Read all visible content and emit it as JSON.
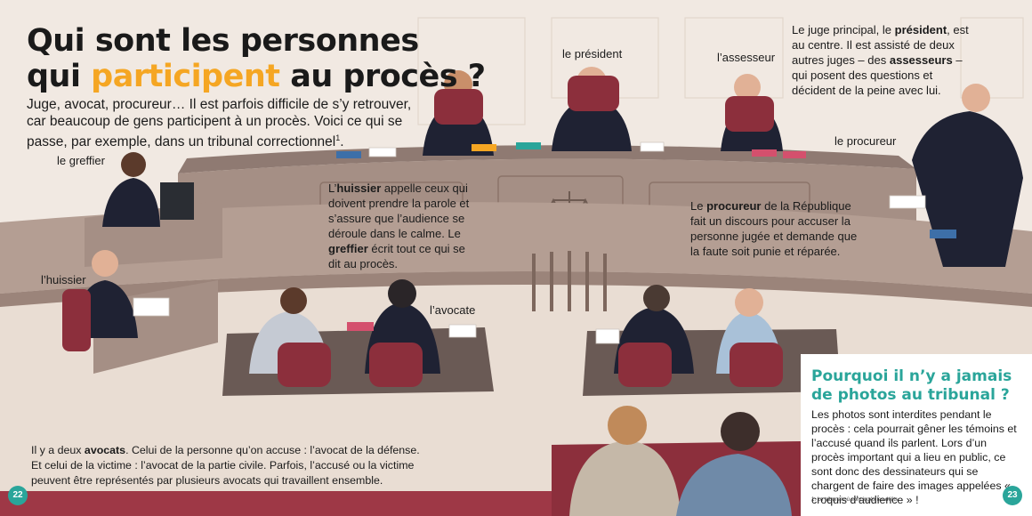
{
  "title": {
    "line1": "Qui sont les personnes",
    "line2_before": "qui ",
    "line2_highlight": "participent",
    "line2_after": " au procès ?"
  },
  "intro": {
    "text": "Juge, avocat, procureur… Il est parfois difficile de s’y retrouver, car beaucoup de gens participent à un procès. Voici ce qui se passe, par exemple, dans un tribunal correctionnel",
    "note_ref": "1",
    "end": "."
  },
  "labels": {
    "president": "le président",
    "assesseur": "l’assesseur",
    "procureur": "le procureur",
    "greffier": "le greffier",
    "huissier": "l’huissier",
    "avocate": "l’avocate"
  },
  "president_text": {
    "p1": "Le juge principal, le ",
    "b1": "président",
    "p2": ", est au centre. Il est assisté de deux autres juges – des ",
    "b2": "assesseurs",
    "p3": " – qui posent des questions et décident de la peine avec lui."
  },
  "huissier_text": {
    "p0": "L’",
    "b1": "huissier",
    "p1": " appelle ceux qui doivent prendre la parole et s’assure que l’audience se déroule dans le calme. Le ",
    "b2": "greffier",
    "p2": " écrit tout ce qui se dit au procès."
  },
  "procureur_text": {
    "p0": "Le ",
    "b1": "procureur",
    "p1": " de la République fait un discours pour accuser la personne jugée et demande que la faute soit punie et réparée."
  },
  "avocats_text": {
    "p0": "Il y a deux ",
    "b1": "avocats",
    "p1": ". Celui de la personne qu’on accuse : l’avocat de la défense. Et celui de la victime : l’avocat de la partie civile. Parfois, l’accusé ou la victime peuvent être représentés par plusieurs avocats qui travaillent ensemble."
  },
  "sidebar": {
    "title": "Pourquoi il n’y a jamais de photos au tribunal ?",
    "body": "Les photos sont interdites pendant le procès : cela pourrait gêner les témoins et l’accusé quand ils parlent. Lors d’un procès important qui a lieu en public, ce sont donc des dessinateurs qui se chargent de faire des images appelées « croquis d’audience » !"
  },
  "footnote": "1. Le tribunal où sont jugés les délits.",
  "pages": {
    "left": "22",
    "right": "23"
  },
  "colors": {
    "accent_orange": "#f5a623",
    "accent_teal": "#2aa59a",
    "wood": "#a58f85",
    "bench_top": "#8f7a72",
    "chair_red": "#8c2f3c",
    "robe_black": "#1f2233"
  }
}
